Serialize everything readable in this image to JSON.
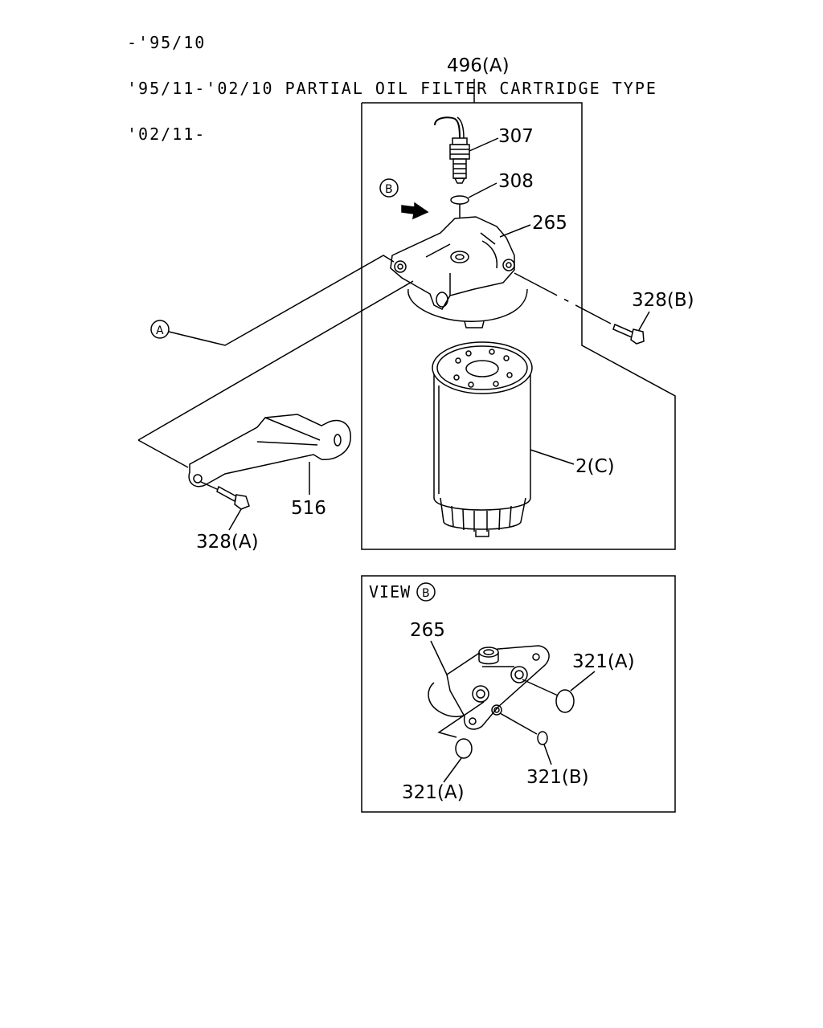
{
  "header": {
    "line1": "-'95/10",
    "line2": "'95/11-'02/10 PARTIAL OIL FILTER CARTRIDGE TYPE",
    "line3": "'02/11-"
  },
  "main_view": {
    "assembly_label": "496(A)",
    "parts": {
      "sensor": "307",
      "o_ring_top": "308",
      "filter_head": "265",
      "bolt_b": "328(B)",
      "cartridge": "2(C)",
      "bracket": "516",
      "bolt_a": "328(A)"
    },
    "callout_a": "A",
    "callout_b": "B"
  },
  "view_b": {
    "title": "VIEW",
    "title_callout": "B",
    "parts": {
      "filter_head": "265",
      "o_ring_a_top": "321(A)",
      "o_ring_a_bottom": "321(A)",
      "o_ring_b": "321(B)"
    }
  }
}
